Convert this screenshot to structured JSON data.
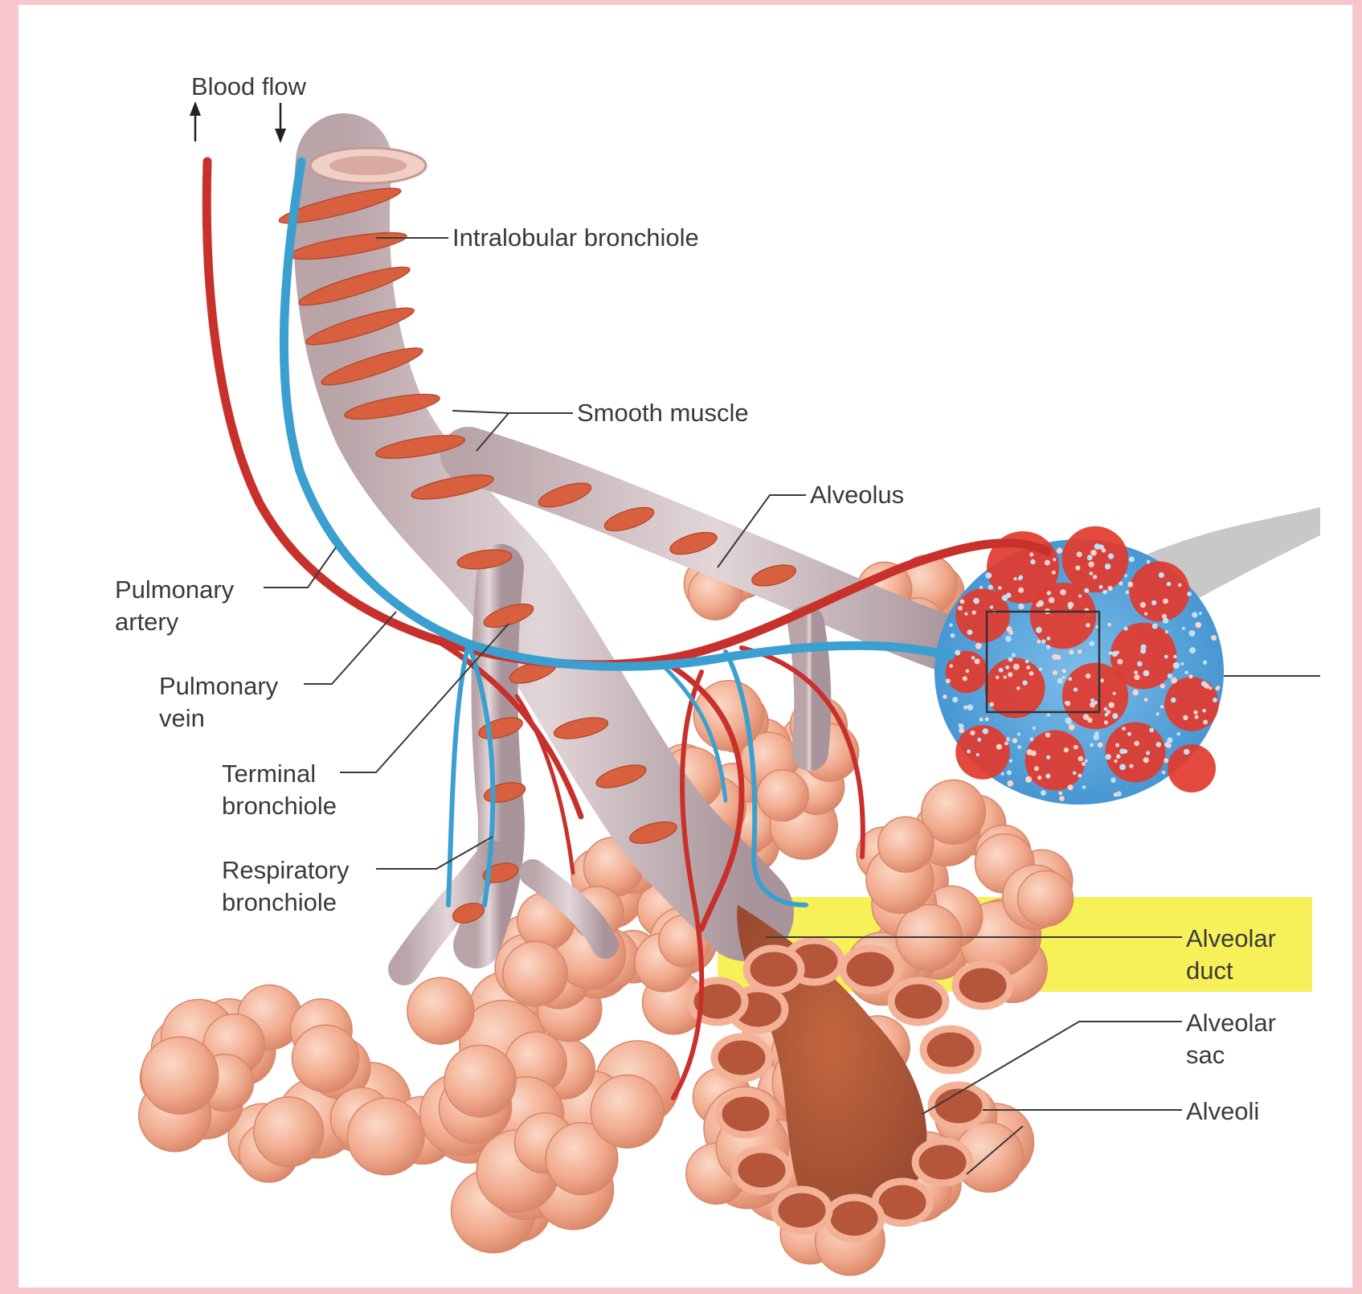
{
  "labels": {
    "blood_flow": "Blood flow",
    "intralobular_bronchiole": "Intralobular bronchiole",
    "smooth_muscle": "Smooth muscle",
    "alveolus": "Alveolus",
    "pulmonary_artery": [
      "Pulmonary",
      "artery"
    ],
    "pulmonary_vein": [
      "Pulmonary",
      "vein"
    ],
    "terminal_bronchiole": [
      "Terminal",
      "bronchiole"
    ],
    "respiratory_bronchiole": [
      "Respiratory",
      "bronchiole"
    ],
    "alveolar_duct": [
      "Alveolar",
      "duct"
    ],
    "alveolar_sac": [
      "Alveolar",
      "sac"
    ],
    "alveoli": "Alveoli"
  },
  "colors": {
    "artery": "#c8312b",
    "vein": "#3b9fd0",
    "bronchiole": "#c9b3b6",
    "smooth_muscle": "#d9603f",
    "alveolus_fill": "#f3b298",
    "alveolus_shade": "#e08f70",
    "capillary_red": "#e23a2e",
    "capillary_blue": "#5aa8de",
    "duct_interior": "#b7593a",
    "highlight": "#f2f03a"
  }
}
